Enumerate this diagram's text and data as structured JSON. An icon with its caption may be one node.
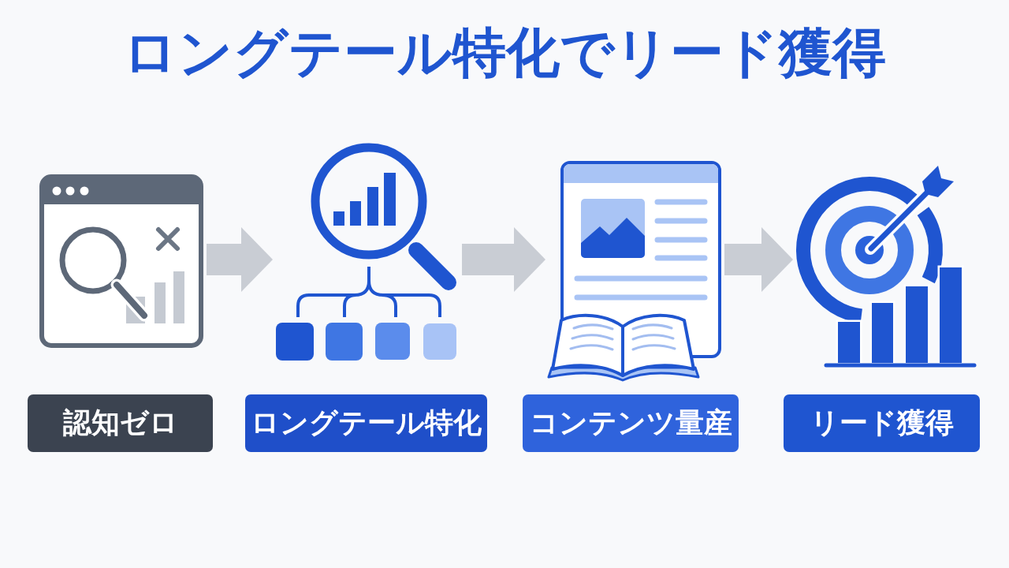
{
  "diagram": {
    "title": "ロングテール特化でリード獲得",
    "nodes": [
      {
        "text": [],
        "shape": "picture"
      },
      {
        "text": [],
        "shape": "picture"
      },
      {
        "text": [],
        "shape": "picture"
      },
      {
        "text": [],
        "shape": "picture"
      },
      {
        "text": [
          "認知ゼロ"
        ]
      },
      {
        "text": [
          "ロングテール特化"
        ]
      },
      {
        "text": [
          "コンテンツ量産"
        ]
      },
      {
        "text": [
          "リード獲得"
        ]
      }
    ],
    "edges": [
      {
        "from": 0,
        "to": 1,
        "arrow": "to"
      },
      {
        "from": 1,
        "to": 2,
        "arrow": "to"
      },
      {
        "from": 2,
        "to": 3,
        "arrow": "to"
      }
    ]
  }
}
